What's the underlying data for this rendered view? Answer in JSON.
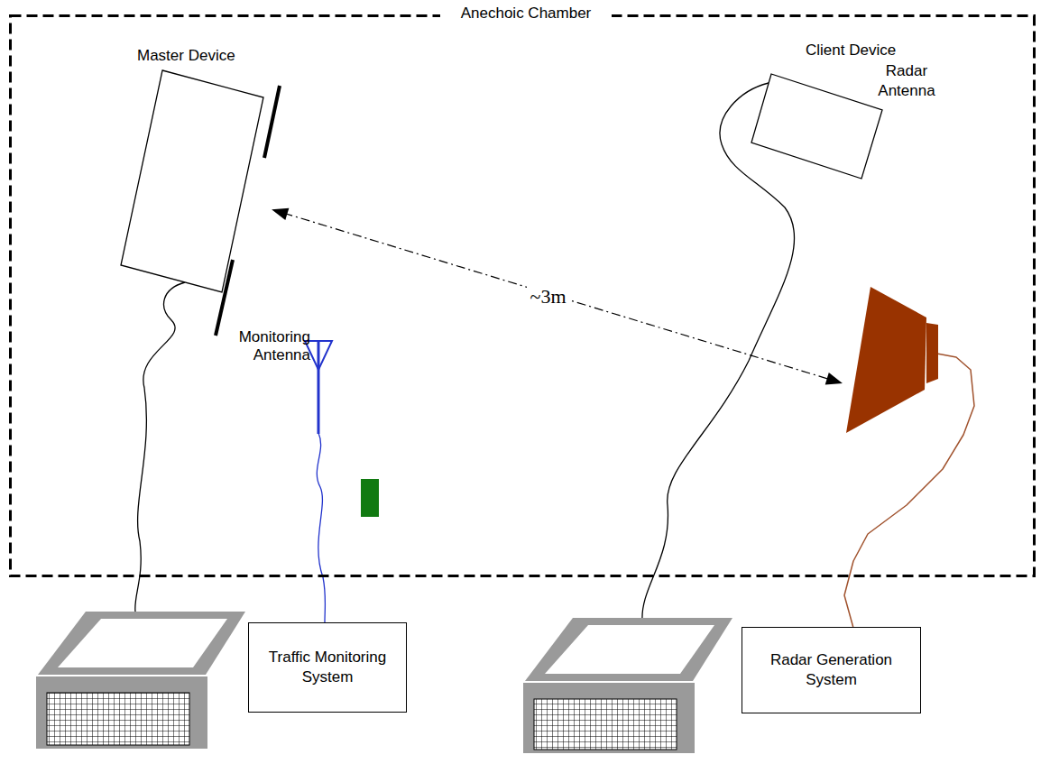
{
  "diagram": {
    "nodes": [
      {
        "text": [
          "Anechoic Chamber"
        ]
      },
      {
        "text": [
          "Master Device"
        ],
        "in": 0
      },
      {
        "text": [
          "Client Device"
        ],
        "in": 0
      },
      {
        "text": [
          "Radar Antenna"
        ],
        "in": 0
      },
      {
        "text": [
          "Traffic Monitoring System"
        ]
      },
      {
        "text": [
          "Radar Generation System"
        ]
      }
    ],
    "edges": [
      {
        "from": 1,
        "to": 3,
        "arrow": "both",
        "label": "~3m"
      },
      {
        "from": 3,
        "to": 5,
        "arrow": "none"
      }
    ],
    "labels": [
      "Monitoring Antenna"
    ]
  }
}
